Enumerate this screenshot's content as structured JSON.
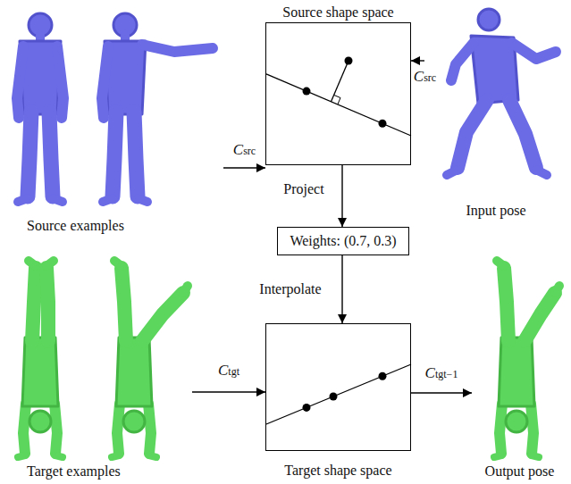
{
  "diagram": {
    "nodes": [
      {
        "text": [
          "Source examples"
        ]
      },
      {
        "text": [
          "Source shape space"
        ]
      },
      {
        "text": [
          "Input pose"
        ]
      },
      {
        "text": [
          "Weights: (0.7, 0.3)"
        ]
      },
      {
        "text": [
          "Target examples"
        ]
      },
      {
        "text": [
          "Target shape space"
        ]
      },
      {
        "text": [
          "Output pose"
        ]
      }
    ],
    "edges": [
      {
        "from": 0,
        "to": 1,
        "arrow": "to",
        "label": "Csrc"
      },
      {
        "from": 2,
        "to": 1,
        "arrow": "to",
        "label": "Csrc"
      },
      {
        "from": 1,
        "to": 3,
        "arrow": "to",
        "label": "Project"
      },
      {
        "from": 3,
        "to": 5,
        "arrow": "to",
        "label": "Interpolate"
      },
      {
        "from": 4,
        "to": 5,
        "arrow": "to",
        "label": "Ctgt"
      },
      {
        "from": 5,
        "to": 6,
        "arrow": "to",
        "label": "Ctgt−1"
      }
    ]
  }
}
